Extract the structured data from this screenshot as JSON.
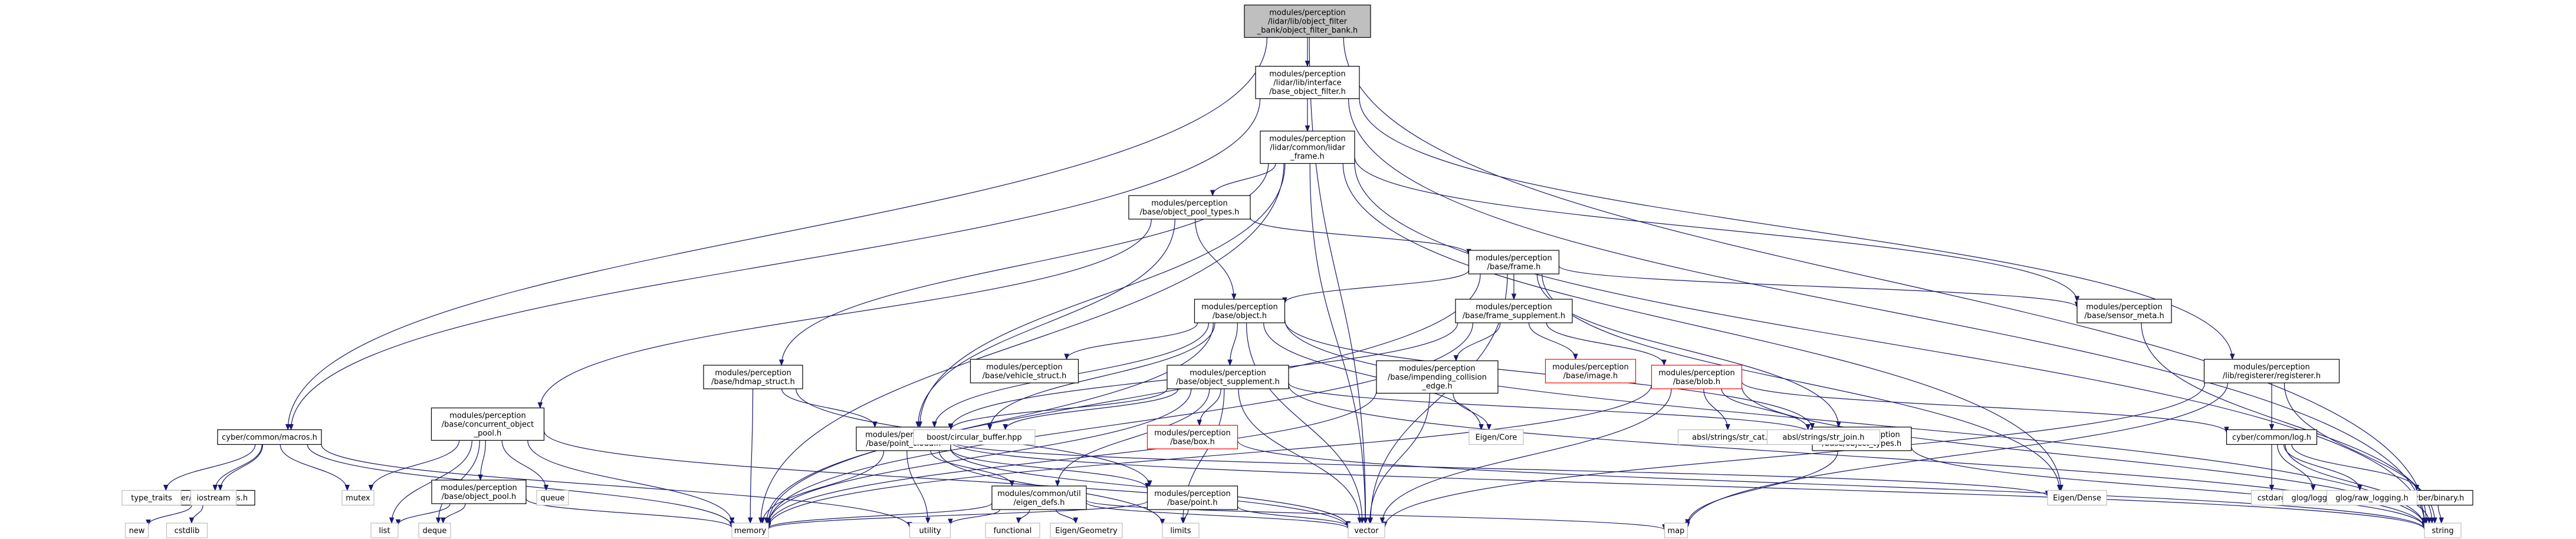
{
  "diagram": {
    "type": "include-dependency-graph",
    "colors": {
      "edge": "#191970",
      "root_fill": "#bfbfbf",
      "root_border": "#000000",
      "node_fill": "#ffffff",
      "node_border": "#000000",
      "truncated_border": "#ff0000",
      "system_border": "#bfbfbf"
    },
    "nodes": [
      {
        "id": "root",
        "kind": "root",
        "lines": [
          "modules/perception",
          "/lidar/lib/object_filter",
          "_bank/object_filter_bank.h"
        ]
      },
      {
        "id": "base_object_filter",
        "kind": "normal",
        "lines": [
          "modules/perception",
          "/lidar/lib/interface",
          "/base_object_filter.h"
        ]
      },
      {
        "id": "lidar_frame",
        "kind": "normal",
        "lines": [
          "modules/perception",
          "/lidar/common/lidar",
          "_frame.h"
        ]
      },
      {
        "id": "object_pool_types",
        "kind": "normal",
        "lines": [
          "modules/perception",
          "/base/object_pool_types.h"
        ]
      },
      {
        "id": "frame",
        "kind": "normal",
        "lines": [
          "modules/perception",
          "/base/frame.h"
        ]
      },
      {
        "id": "object",
        "kind": "normal",
        "lines": [
          "modules/perception",
          "/base/object.h"
        ]
      },
      {
        "id": "frame_supplement",
        "kind": "normal",
        "lines": [
          "modules/perception",
          "/base/frame_supplement.h"
        ]
      },
      {
        "id": "sensor_meta",
        "kind": "normal",
        "lines": [
          "modules/perception",
          "/base/sensor_meta.h"
        ]
      },
      {
        "id": "registerer",
        "kind": "normal",
        "lines": [
          "modules/perception",
          "/lib/registerer/registerer.h"
        ]
      },
      {
        "id": "vehicle_struct",
        "kind": "normal",
        "lines": [
          "modules/perception",
          "/base/vehicle_struct.h"
        ]
      },
      {
        "id": "object_supplement",
        "kind": "normal",
        "lines": [
          "modules/perception",
          "/base/object_supplement.h"
        ]
      },
      {
        "id": "hdmap_struct",
        "kind": "normal",
        "lines": [
          "modules/perception",
          "/base/hdmap_struct.h"
        ]
      },
      {
        "id": "impending_collision_edge",
        "kind": "normal",
        "lines": [
          "modules/perception",
          "/base/impending_collision",
          "_edge.h"
        ]
      },
      {
        "id": "image",
        "kind": "truncated",
        "lines": [
          "modules/perception",
          "/base/image.h"
        ]
      },
      {
        "id": "blob",
        "kind": "truncated",
        "lines": [
          "modules/perception",
          "/base/blob.h"
        ]
      },
      {
        "id": "concurrent_object_pool",
        "kind": "normal",
        "lines": [
          "modules/perception",
          "/base/concurrent_object",
          "_pool.h"
        ]
      },
      {
        "id": "cyber_macros",
        "kind": "normal",
        "lines": [
          "cyber/common/macros.h"
        ]
      },
      {
        "id": "point_cloud",
        "kind": "normal",
        "lines": [
          "modules/perception",
          "/base/point_cloud.h"
        ]
      },
      {
        "id": "box",
        "kind": "truncated",
        "lines": [
          "modules/perception",
          "/base/box.h"
        ]
      },
      {
        "id": "object_types",
        "kind": "normal",
        "lines": [
          "modules/perception",
          "/base/object_types.h"
        ]
      },
      {
        "id": "cyber_log",
        "kind": "normal",
        "lines": [
          "cyber/common/log.h"
        ]
      },
      {
        "id": "object_pool",
        "kind": "normal",
        "lines": [
          "modules/perception",
          "/base/object_pool.h"
        ]
      },
      {
        "id": "cyber_base_macros",
        "kind": "normal",
        "lines": [
          "cyber/base/macros.h"
        ]
      },
      {
        "id": "eigen_defs",
        "kind": "normal",
        "lines": [
          "modules/common/util",
          "/eigen_defs.h"
        ]
      },
      {
        "id": "point",
        "kind": "normal",
        "lines": [
          "modules/perception",
          "/base/point.h"
        ]
      },
      {
        "id": "cyber_binary",
        "kind": "normal",
        "lines": [
          "cyber/binary.h"
        ]
      },
      {
        "id": "circular_buffer",
        "kind": "system",
        "lines": [
          "boost/circular_buffer.hpp"
        ]
      },
      {
        "id": "eigen_core",
        "kind": "system",
        "lines": [
          "Eigen/Core"
        ]
      },
      {
        "id": "str_cat",
        "kind": "system",
        "lines": [
          "absl/strings/str_cat.h"
        ]
      },
      {
        "id": "str_join",
        "kind": "system",
        "lines": [
          "absl/strings/str_join.h"
        ]
      },
      {
        "id": "eigen_dense",
        "kind": "system",
        "lines": [
          "Eigen/Dense"
        ]
      },
      {
        "id": "mutex",
        "kind": "system",
        "lines": [
          "mutex"
        ]
      },
      {
        "id": "type_traits",
        "kind": "system",
        "lines": [
          "type_traits"
        ]
      },
      {
        "id": "iostream",
        "kind": "system",
        "lines": [
          "iostream"
        ]
      },
      {
        "id": "queue",
        "kind": "system",
        "lines": [
          "queue"
        ]
      },
      {
        "id": "new",
        "kind": "system",
        "lines": [
          "new"
        ]
      },
      {
        "id": "cstdlib",
        "kind": "system",
        "lines": [
          "cstdlib"
        ]
      },
      {
        "id": "list",
        "kind": "system",
        "lines": [
          "list"
        ]
      },
      {
        "id": "deque",
        "kind": "system",
        "lines": [
          "deque"
        ]
      },
      {
        "id": "memory",
        "kind": "system",
        "lines": [
          "memory"
        ]
      },
      {
        "id": "utility",
        "kind": "system",
        "lines": [
          "utility"
        ]
      },
      {
        "id": "functional",
        "kind": "system",
        "lines": [
          "functional"
        ]
      },
      {
        "id": "eigen_geometry",
        "kind": "system",
        "lines": [
          "Eigen/Geometry"
        ]
      },
      {
        "id": "limits",
        "kind": "system",
        "lines": [
          "limits"
        ]
      },
      {
        "id": "vector",
        "kind": "system",
        "lines": [
          "vector"
        ]
      },
      {
        "id": "map",
        "kind": "system",
        "lines": [
          "map"
        ]
      },
      {
        "id": "string",
        "kind": "system",
        "lines": [
          "string"
        ]
      },
      {
        "id": "cstdarg",
        "kind": "system",
        "lines": [
          "cstdarg"
        ]
      },
      {
        "id": "glog_logging",
        "kind": "system",
        "lines": [
          "glog/logging.h"
        ]
      },
      {
        "id": "glog_raw_logging",
        "kind": "system",
        "lines": [
          "glog/raw_logging.h"
        ]
      }
    ],
    "edges": [
      [
        "root",
        "base_object_filter"
      ],
      [
        "root",
        "cyber_macros"
      ],
      [
        "root",
        "vector"
      ],
      [
        "root",
        "string"
      ],
      [
        "base_object_filter",
        "lidar_frame"
      ],
      [
        "base_object_filter",
        "cyber_macros"
      ],
      [
        "base_object_filter",
        "registerer"
      ],
      [
        "base_object_filter",
        "string"
      ],
      [
        "lidar_frame",
        "object_pool_types"
      ],
      [
        "lidar_frame",
        "hdmap_struct"
      ],
      [
        "lidar_frame",
        "point_cloud"
      ],
      [
        "lidar_frame",
        "sensor_meta"
      ],
      [
        "lidar_frame",
        "eigen_dense"
      ],
      [
        "lidar_frame",
        "memory"
      ],
      [
        "lidar_frame",
        "vector"
      ],
      [
        "lidar_frame",
        "string"
      ],
      [
        "object_pool_types",
        "frame"
      ],
      [
        "object_pool_types",
        "object"
      ],
      [
        "object_pool_types",
        "concurrent_object_pool"
      ],
      [
        "object_pool_types",
        "point_cloud"
      ],
      [
        "frame",
        "object"
      ],
      [
        "frame",
        "frame_supplement"
      ],
      [
        "frame",
        "sensor_meta"
      ],
      [
        "frame",
        "object_types"
      ],
      [
        "frame",
        "eigen_dense"
      ],
      [
        "frame",
        "memory"
      ],
      [
        "frame",
        "vector"
      ],
      [
        "object",
        "vehicle_struct"
      ],
      [
        "object",
        "object_supplement"
      ],
      [
        "object",
        "point_cloud"
      ],
      [
        "object",
        "object_types"
      ],
      [
        "object",
        "circular_buffer"
      ],
      [
        "object",
        "eigen_core"
      ],
      [
        "object",
        "memory"
      ],
      [
        "object",
        "vector"
      ],
      [
        "object",
        "string"
      ],
      [
        "frame_supplement",
        "impending_collision_edge"
      ],
      [
        "frame_supplement",
        "image"
      ],
      [
        "frame_supplement",
        "blob"
      ],
      [
        "frame_supplement",
        "point_cloud"
      ],
      [
        "frame_supplement",
        "memory"
      ],
      [
        "object_supplement",
        "box"
      ],
      [
        "object_supplement",
        "point_cloud"
      ],
      [
        "object_supplement",
        "object_types"
      ],
      [
        "object_supplement",
        "circular_buffer"
      ],
      [
        "object_supplement",
        "eigen_defs"
      ],
      [
        "object_supplement",
        "memory"
      ],
      [
        "object_supplement",
        "vector"
      ],
      [
        "object_supplement",
        "string"
      ],
      [
        "object_supplement",
        "limits"
      ],
      [
        "hdmap_struct",
        "point_cloud"
      ],
      [
        "hdmap_struct",
        "point"
      ],
      [
        "hdmap_struct",
        "memory"
      ],
      [
        "impending_collision_edge",
        "eigen_core"
      ],
      [
        "impending_collision_edge",
        "memory"
      ],
      [
        "impending_collision_edge",
        "vector"
      ],
      [
        "blob",
        "cyber_log"
      ],
      [
        "blob",
        "str_cat"
      ],
      [
        "blob",
        "str_join"
      ],
      [
        "blob",
        "memory"
      ],
      [
        "blob",
        "vector"
      ],
      [
        "blob",
        "string"
      ],
      [
        "box",
        "string"
      ],
      [
        "registerer",
        "cyber_log"
      ],
      [
        "registerer",
        "map"
      ],
      [
        "registerer",
        "string"
      ],
      [
        "registerer",
        "vector"
      ],
      [
        "sensor_meta",
        "string"
      ],
      [
        "concurrent_object_pool",
        "object_pool"
      ],
      [
        "concurrent_object_pool",
        "mutex"
      ],
      [
        "concurrent_object_pool",
        "queue"
      ],
      [
        "concurrent_object_pool",
        "list"
      ],
      [
        "concurrent_object_pool",
        "deque"
      ],
      [
        "concurrent_object_pool",
        "memory"
      ],
      [
        "concurrent_object_pool",
        "vector"
      ],
      [
        "cyber_macros",
        "cyber_base_macros"
      ],
      [
        "cyber_macros",
        "type_traits"
      ],
      [
        "cyber_macros",
        "iostream"
      ],
      [
        "cyber_macros",
        "mutex"
      ],
      [
        "cyber_macros",
        "memory"
      ],
      [
        "cyber_macros",
        "utility"
      ],
      [
        "cyber_base_macros",
        "new"
      ],
      [
        "cyber_base_macros",
        "cstdlib"
      ],
      [
        "object_pool",
        "list"
      ],
      [
        "object_pool",
        "deque"
      ],
      [
        "object_pool",
        "memory"
      ],
      [
        "point_cloud",
        "point"
      ],
      [
        "point_cloud",
        "eigen_defs"
      ],
      [
        "point_cloud",
        "memory"
      ],
      [
        "point_cloud",
        "utility"
      ],
      [
        "point_cloud",
        "limits"
      ],
      [
        "point_cloud",
        "vector"
      ],
      [
        "point_cloud",
        "string"
      ],
      [
        "point_cloud",
        "eigen_dense"
      ],
      [
        "eigen_defs",
        "functional"
      ],
      [
        "eigen_defs",
        "eigen_geometry"
      ],
      [
        "eigen_defs",
        "utility"
      ],
      [
        "eigen_defs",
        "map"
      ],
      [
        "eigen_defs",
        "vector"
      ],
      [
        "eigen_defs",
        "memory"
      ],
      [
        "point",
        "vector"
      ],
      [
        "point",
        "memory"
      ],
      [
        "point",
        "limits"
      ],
      [
        "object_types",
        "string"
      ],
      [
        "object_types",
        "map"
      ],
      [
        "cyber_log",
        "cstdarg"
      ],
      [
        "cyber_log",
        "glog_logging"
      ],
      [
        "cyber_log",
        "glog_raw_logging"
      ],
      [
        "cyber_log",
        "cyber_binary"
      ],
      [
        "cyber_log",
        "string"
      ],
      [
        "cyber_binary",
        "string"
      ]
    ]
  }
}
